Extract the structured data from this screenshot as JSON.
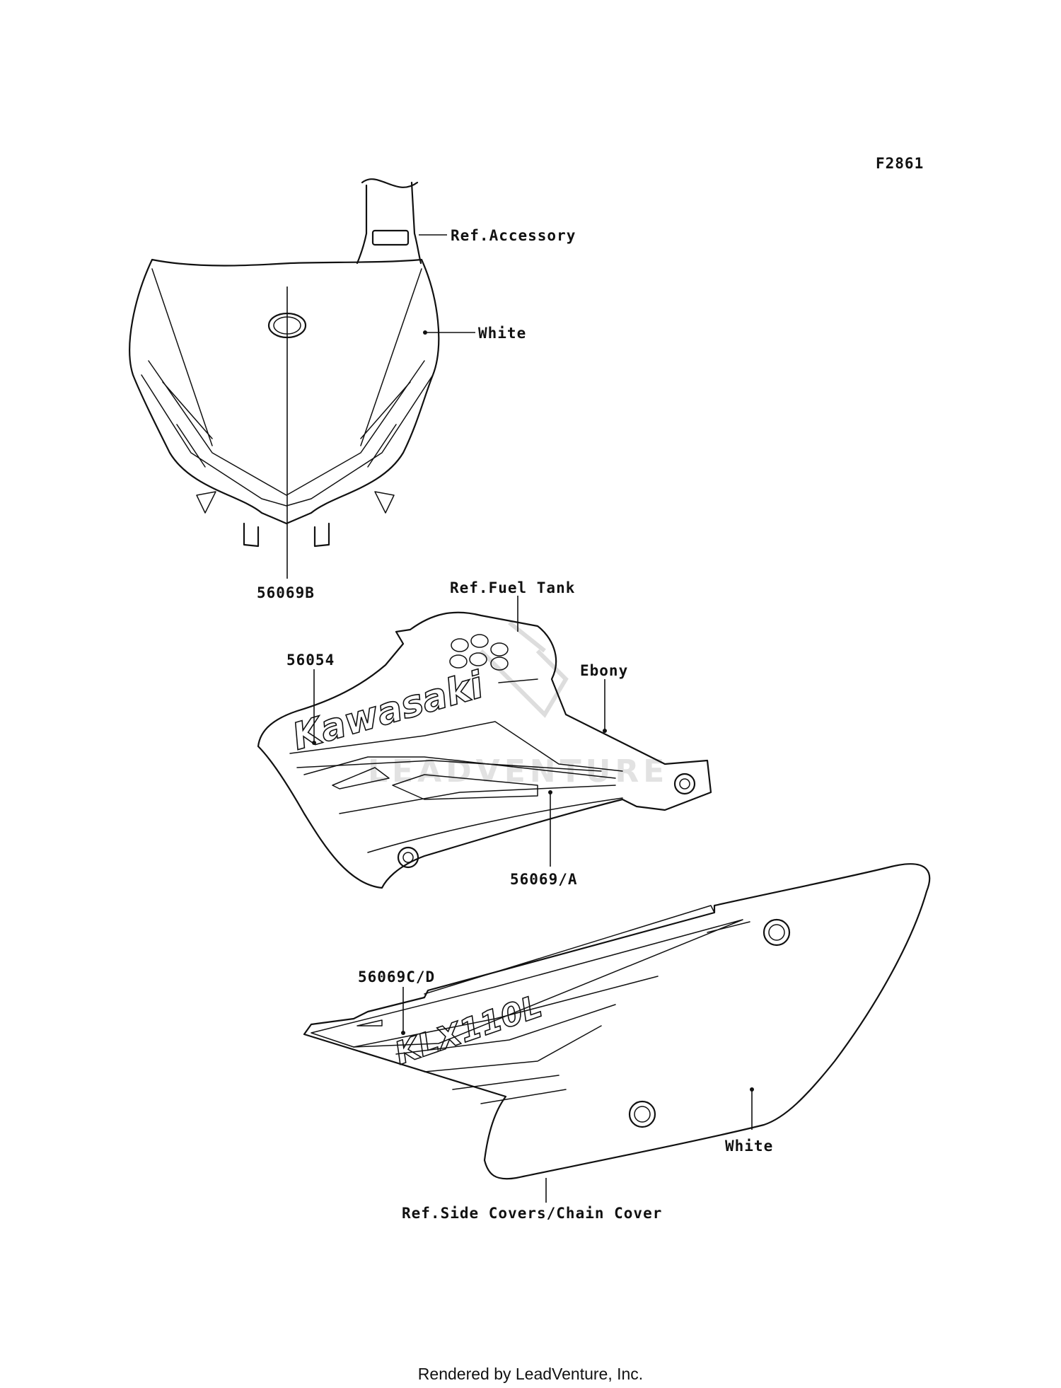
{
  "diagram": {
    "figure_id": "F2861",
    "labels": {
      "ref_accessory": "Ref.Accessory",
      "white_top": "White",
      "part_56069b": "56069B",
      "ref_fuel_tank": "Ref.Fuel Tank",
      "part_56054": "56054",
      "ebony": "Ebony",
      "part_56069a": "56069/A",
      "part_56069cd": "56069C/D",
      "white_bottom": "White",
      "ref_side_covers": "Ref.Side Covers/Chain Cover"
    },
    "decal_text": {
      "kawasaki": "Kawasaki",
      "model": "KLX110L"
    },
    "watermark": "LEADVENTURE",
    "footer": "Rendered by LeadVenture, Inc."
  }
}
